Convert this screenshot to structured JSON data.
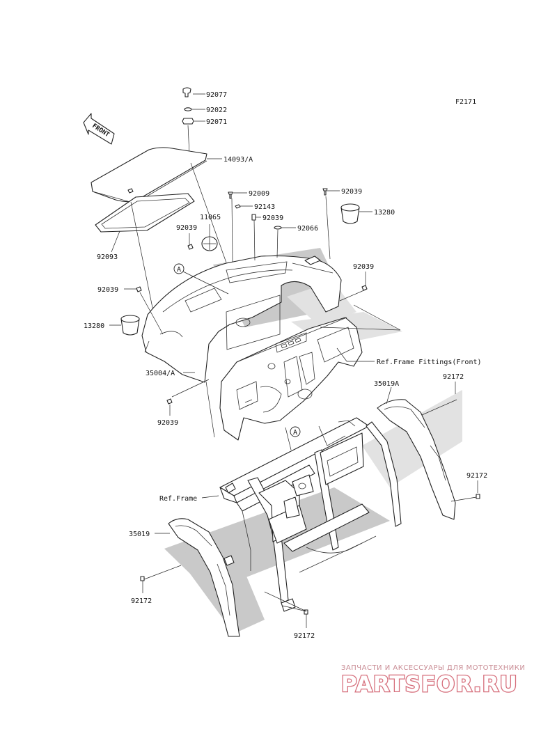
{
  "figure_code": "F2171",
  "front_arrow_label": "FRONT",
  "callout_letter": "A",
  "part_labels": {
    "p92077": "92077",
    "p92022": "92022",
    "p92071": "92071",
    "p14093": "14093/A",
    "p92093": "92093",
    "p92009": "92009",
    "p92143": "92143",
    "p92039_top": "92039",
    "p92066": "92066",
    "p92039_tr": "92039",
    "p13280_r": "13280",
    "p11065": "11065",
    "p92039_l1": "92039",
    "p92039_r2": "92039",
    "p92039_l2": "92039",
    "p13280_l": "13280",
    "p35004": "35004/A",
    "p92039_b": "92039",
    "ref_frame_fittings": "Ref.Frame Fittings(Front)",
    "p35019a": "35019A",
    "p92172_tr": "92172",
    "p92172_r": "92172",
    "ref_frame": "Ref.Frame",
    "p35019": "35019",
    "p92172_bl": "92172",
    "p92172_b": "92172"
  },
  "watermark": {
    "tagline": "ЗАПЧАСТИ И АКСЕССУАРЫ ДЛЯ МОТОТЕХНИКИ",
    "brand": "PARTSFOR.RU"
  }
}
